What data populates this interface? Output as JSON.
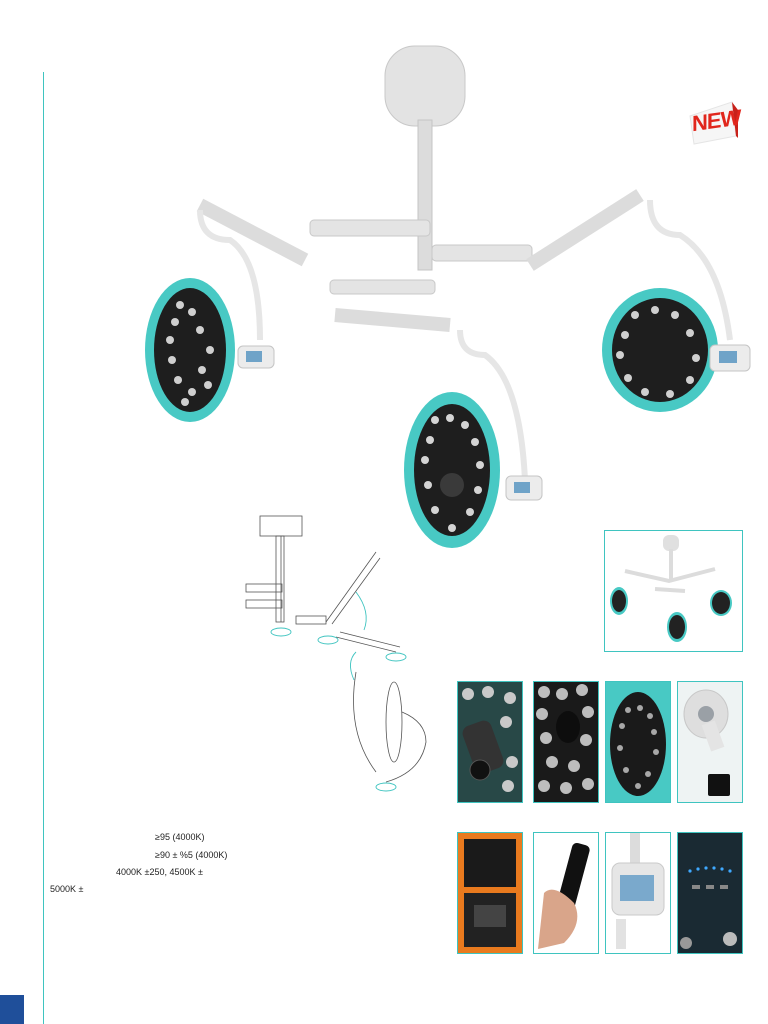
{
  "badge": {
    "label": "NEW"
  },
  "specs": [
    "≥95 (4000K)",
    "≥90 ± %5 (4000K)",
    "4000K ±250, 4500K ±",
    "5000K ±"
  ],
  "colors": {
    "accent": "#3fc4c0",
    "badge": "#e1261c",
    "corner": "#1f4f9a"
  }
}
